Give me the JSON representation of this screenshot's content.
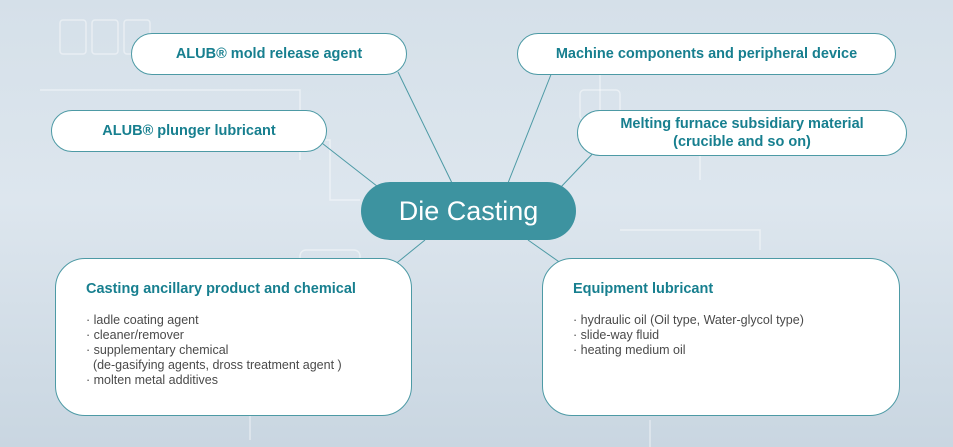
{
  "center": {
    "label": "Die Casting"
  },
  "nodes": {
    "mold_release": "ALUB® mold release agent",
    "plunger": "ALUB® plunger lubricant",
    "machine": "Machine components and peripheral device",
    "melting": [
      "Melting furnace subsidiary material",
      "(crucible and so on)"
    ]
  },
  "casting": {
    "title": "Casting ancillary product and chemical",
    "items": [
      "· ladle coating agent",
      "· cleaner/remover",
      "· supplementary chemical",
      "  (de-gasifying agents, dross treatment agent )",
      "· molten metal additives"
    ]
  },
  "equipment": {
    "title": "Equipment lubricant",
    "items": [
      "· hydraulic oil (Oil type, Water-glycol type)",
      "· slide-way fluid",
      "· heating medium oil"
    ]
  },
  "colors": {
    "accent": "#177f8f",
    "center_fill": "#3d93a0",
    "border": "#4d9aa5"
  }
}
